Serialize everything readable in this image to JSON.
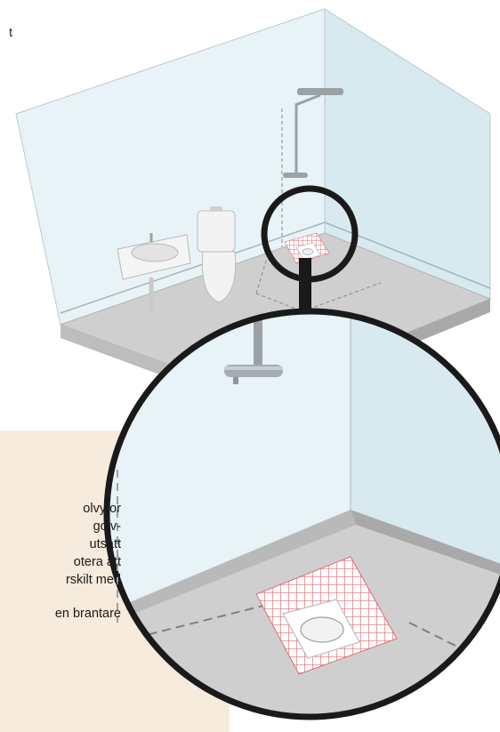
{
  "colors": {
    "wall": "#e7f3f6",
    "wall_dark": "#d6e8ee",
    "floor": "#cfcfcf",
    "floor_edge": "#bdbdbd",
    "note_background": "#f6ebdc",
    "magnifier_ring": "#1a1a1a",
    "tile_grid": "#e06a70"
  },
  "icons": [
    "shower-icon",
    "washbasin-icon",
    "toilet-icon",
    "floor-drain-icon",
    "magnifier-ring"
  ],
  "top_text": "t",
  "info_lines": [
    "olvytor",
    "golv-",
    "utsatt",
    "otera att",
    "rskilt med",
    "",
    "en brantare"
  ]
}
